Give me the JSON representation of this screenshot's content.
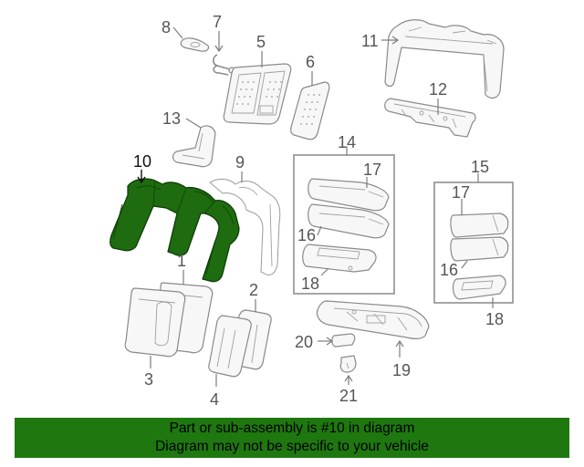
{
  "callouts": {
    "c1": "1",
    "c2": "2",
    "c3": "3",
    "c4": "4",
    "c5": "5",
    "c6": "6",
    "c7": "7",
    "c8": "8",
    "c9": "9",
    "c10": "10",
    "c11": "11",
    "c12": "12",
    "c13": "13",
    "c14": "14",
    "c15": "15",
    "c16a": "16",
    "c16b": "16",
    "c17a": "17",
    "c17b": "17",
    "c18a": "18",
    "c18b": "18",
    "c19": "19",
    "c20": "20",
    "c21": "21"
  },
  "banner": {
    "line1": "Part or sub-assembly is #10 in diagram",
    "line2": "Diagram may not be specific to your vehicle"
  },
  "colors": {
    "highlight": "#1e6b10",
    "banner": "#1e780f",
    "line_art": "#8a8a8a"
  }
}
